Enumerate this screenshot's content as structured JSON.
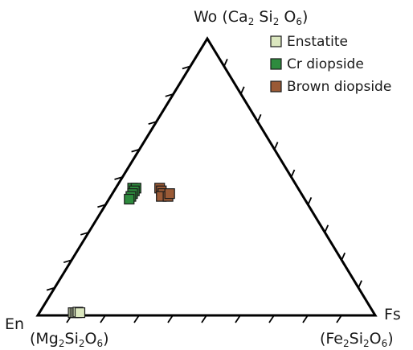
{
  "chart_data": {
    "type": "ternary-scatter",
    "title": "",
    "corners": {
      "apex": {
        "name": "Wo",
        "formula": [
          {
            "t": "(Ca",
            "sub": "2"
          },
          {
            "t": " Si",
            "sub": "2"
          },
          {
            "t": " O",
            "sub": "6"
          },
          {
            "t": ")",
            "sub": ""
          }
        ]
      },
      "left": {
        "name": "En",
        "formula": [
          {
            "t": "(Mg",
            "sub": "2"
          },
          {
            "t": "Si",
            "sub": "2"
          },
          {
            "t": "O",
            "sub": "6"
          },
          {
            "t": ")",
            "sub": ""
          }
        ]
      },
      "right": {
        "name": "Fs",
        "formula": [
          {
            "t": "(Fe",
            "sub": "2"
          },
          {
            "t": "Si",
            "sub": "2"
          },
          {
            "t": "O",
            "sub": "6"
          },
          {
            "t": ")",
            "sub": ""
          }
        ]
      }
    },
    "tick_divisions": 10,
    "legend_position": "top-right",
    "series": [
      {
        "name": "Enstatite",
        "color": "#dbe7bf",
        "points": [
          {
            "wo": 0.01,
            "en": 0.89,
            "fs": 0.1
          },
          {
            "wo": 0.01,
            "en": 0.885,
            "fs": 0.105
          },
          {
            "wo": 0.01,
            "en": 0.88,
            "fs": 0.11
          },
          {
            "wo": 0.012,
            "en": 0.875,
            "fs": 0.113
          },
          {
            "wo": 0.01,
            "en": 0.87,
            "fs": 0.12
          }
        ]
      },
      {
        "name": "Cr diopside",
        "color": "#2e8b3e",
        "points": [
          {
            "wo": 0.46,
            "en": 0.49,
            "fs": 0.05
          },
          {
            "wo": 0.46,
            "en": 0.48,
            "fs": 0.06
          },
          {
            "wo": 0.45,
            "en": 0.49,
            "fs": 0.06
          },
          {
            "wo": 0.44,
            "en": 0.5,
            "fs": 0.06
          },
          {
            "wo": 0.43,
            "en": 0.51,
            "fs": 0.06
          },
          {
            "wo": 0.42,
            "en": 0.52,
            "fs": 0.06
          }
        ]
      },
      {
        "name": "Brown diopside",
        "color": "#9a5a36",
        "points": [
          {
            "wo": 0.46,
            "en": 0.41,
            "fs": 0.13
          },
          {
            "wo": 0.45,
            "en": 0.41,
            "fs": 0.14
          },
          {
            "wo": 0.44,
            "en": 0.41,
            "fs": 0.15
          },
          {
            "wo": 0.43,
            "en": 0.42,
            "fs": 0.15
          },
          {
            "wo": 0.43,
            "en": 0.4,
            "fs": 0.17
          },
          {
            "wo": 0.44,
            "en": 0.39,
            "fs": 0.17
          }
        ]
      }
    ]
  }
}
